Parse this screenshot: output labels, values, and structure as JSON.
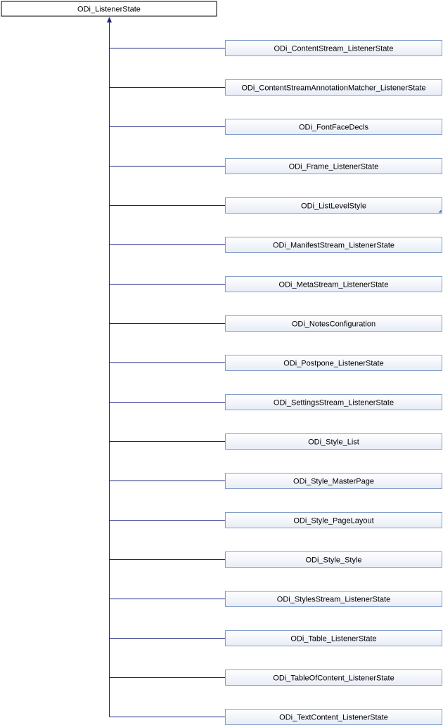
{
  "diagram": {
    "type": "class-inheritance",
    "base_class": "ODi_ListenerState",
    "derived_classes": [
      "ODi_ContentStream_ListenerState",
      "ODi_ContentStreamAnnotationMatcher_ListenerState",
      "ODi_FontFaceDecls",
      "ODi_Frame_ListenerState",
      "ODi_ListLevelStyle",
      "ODi_ManifestStream_ListenerState",
      "ODi_MetaStream_ListenerState",
      "ODi_NotesConfiguration",
      "ODi_Postpone_ListenerState",
      "ODi_SettingsStream_ListenerState",
      "ODi_Style_List",
      "ODi_Style_MasterPage",
      "ODi_Style_PageLayout",
      "ODi_Style_Style",
      "ODi_StylesStream_ListenerState",
      "ODi_Table_ListenerState",
      "ODi_TableOfContent_ListenerState",
      "ODi_TextContent_ListenerState"
    ],
    "has_more_subclasses": [
      "ODi_ListLevelStyle"
    ]
  },
  "colors": {
    "base_fill": "#ffffff",
    "base_stroke": "#000000",
    "node_fill_top": "#ffffff",
    "node_fill_bottom": "#e7ecf6",
    "node_stroke": "#84a0c8",
    "connector": "#1a237e",
    "corner_marker": "#4a6ea9"
  }
}
